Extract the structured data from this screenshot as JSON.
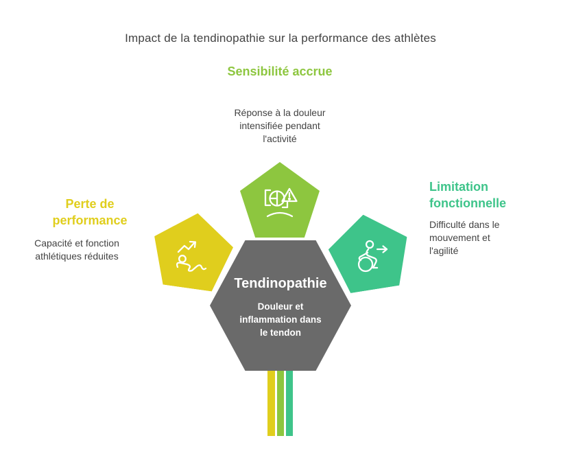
{
  "title": "Impact de la tendinopathie sur la performance des athlètes",
  "center": {
    "heading": "Tendinopathie",
    "description": "Douleur et inflammation dans le tendon",
    "color": "#6a6a6a",
    "text_color": "#ffffff"
  },
  "branches": [
    {
      "heading": "Sensibilité accrue",
      "description": "Réponse à la douleur intensifiée pendant l'activité",
      "color": "#8dc63f",
      "icon": "pain-sensitivity-alert-icon",
      "position": "top"
    },
    {
      "heading": "Perte de performance",
      "description": "Capacité et fonction athlétiques réduites",
      "color": "#e0ce1d",
      "icon": "athlete-performance-trend-icon",
      "position": "left"
    },
    {
      "heading": "Limitation fonctionnelle",
      "description": "Difficulté dans le mouvement et l'agilité",
      "color": "#3ec48a",
      "icon": "wheelchair-mobility-arrow-icon",
      "position": "right"
    }
  ],
  "footer_stripes": {
    "colors": [
      "#e0ce1d",
      "#8dc63f",
      "#3ec48a"
    ]
  },
  "background": "#ffffff",
  "body_text_color": "#424242"
}
